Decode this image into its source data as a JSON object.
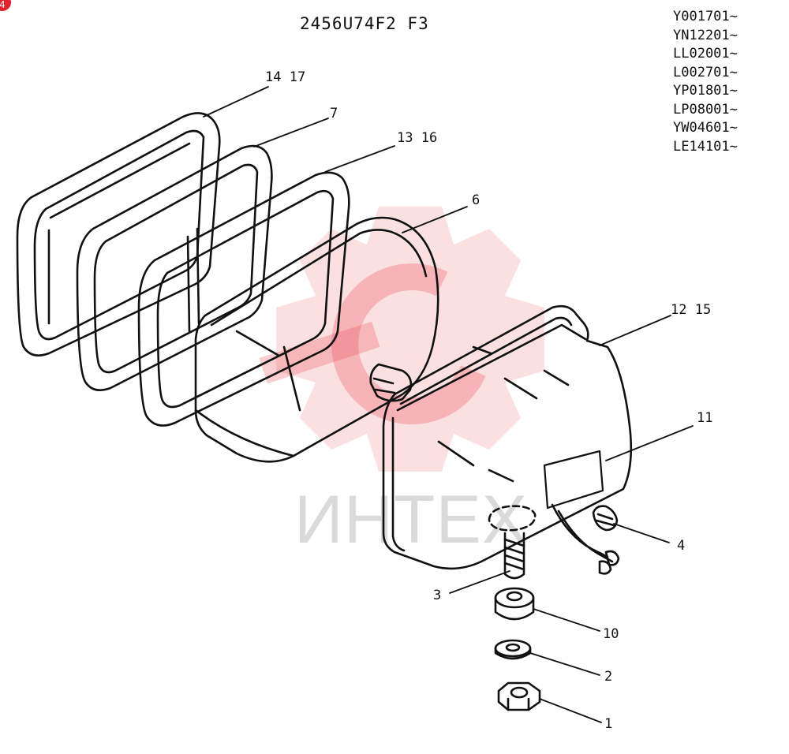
{
  "header": {
    "drawing_code": "2456U74F2 F3",
    "badge": "4"
  },
  "serial_numbers": [
    "Y001701~",
    "YN12201~",
    "LL02001~",
    "L002701~",
    "YP01801~",
    "LP08001~",
    "YW04601~",
    "LE14101~"
  ],
  "callouts": {
    "c14_17": "14 17",
    "c7": "7",
    "c13_16": "13 16",
    "c6": "6",
    "c12_15": "12 15",
    "c11": "11",
    "c4": "4",
    "c3": "3",
    "c10": "10",
    "c2": "2",
    "c1": "1"
  },
  "watermark": {
    "text": "ИНТЕХ",
    "color": "#e8404a"
  }
}
